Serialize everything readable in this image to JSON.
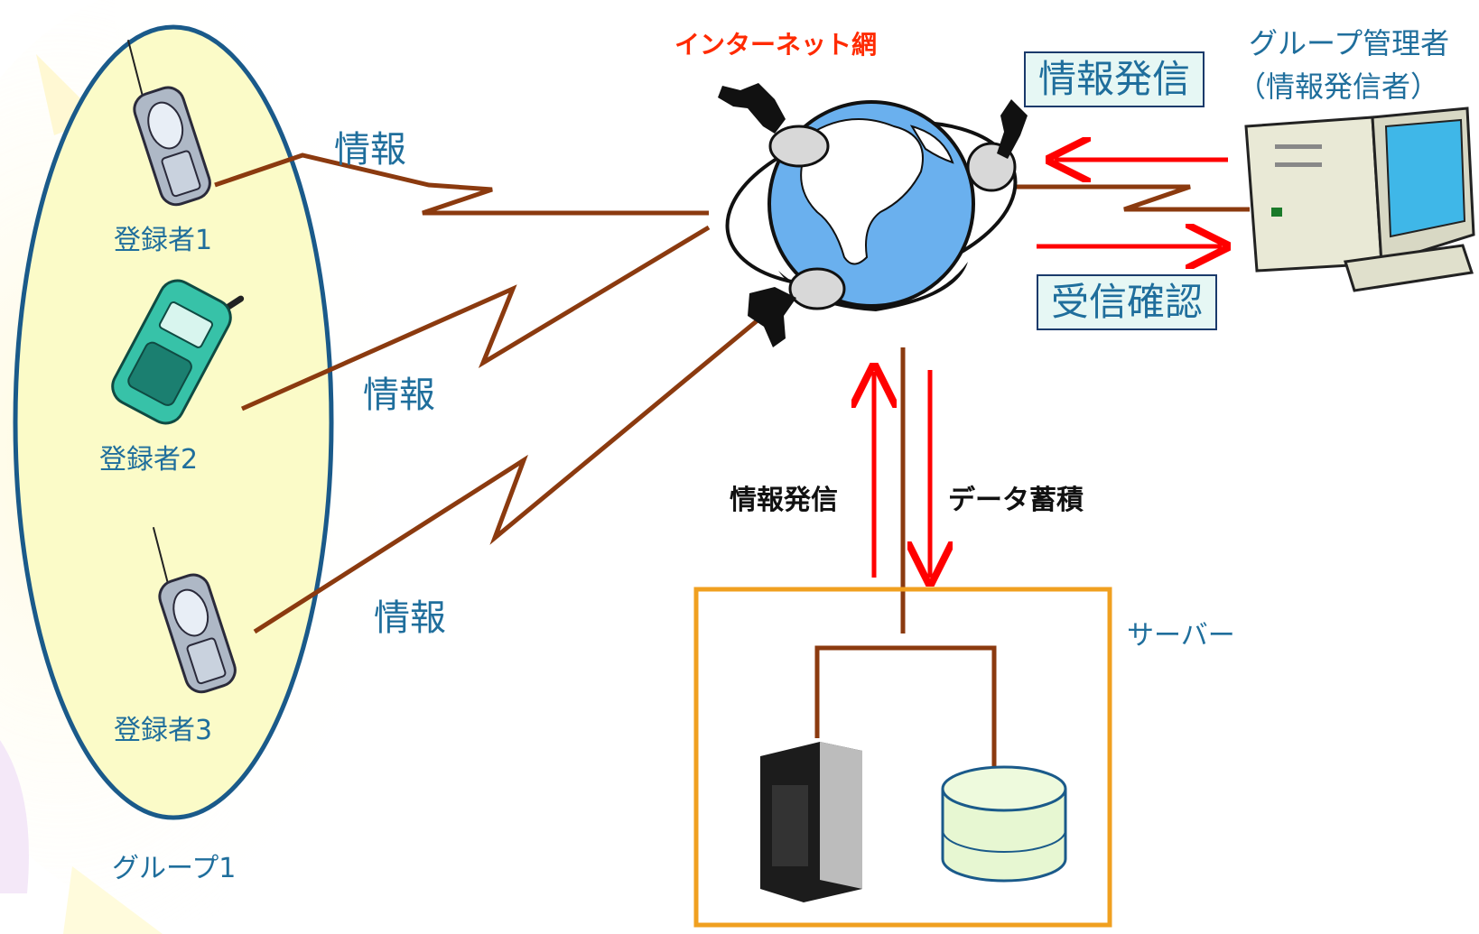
{
  "group": {
    "members": [
      {
        "label": "登録者1"
      },
      {
        "label": "登録者2"
      },
      {
        "label": "登録者3"
      }
    ],
    "group_label": "グループ1"
  },
  "links": {
    "info_labels": [
      "情報",
      "情報",
      "情報"
    ]
  },
  "internet": {
    "title": "インターネット網"
  },
  "admin": {
    "title_line1": "グループ管理者",
    "title_line2": "（情報発信者）",
    "send_box": "情報発信",
    "confirm_box": "受信確認"
  },
  "server": {
    "label": "サーバー",
    "up_label": "情報発信",
    "down_label": "データ蓄積"
  },
  "colors": {
    "link_brown": "#8b3a0f",
    "arrow_red": "#ff0000",
    "ellipse_fill": "#fbfbc8",
    "ellipse_border": "#1a5a8a",
    "server_box": "#f0a020",
    "text_blue": "#1f6e9c",
    "globe_blue": "#6ab0ee"
  }
}
